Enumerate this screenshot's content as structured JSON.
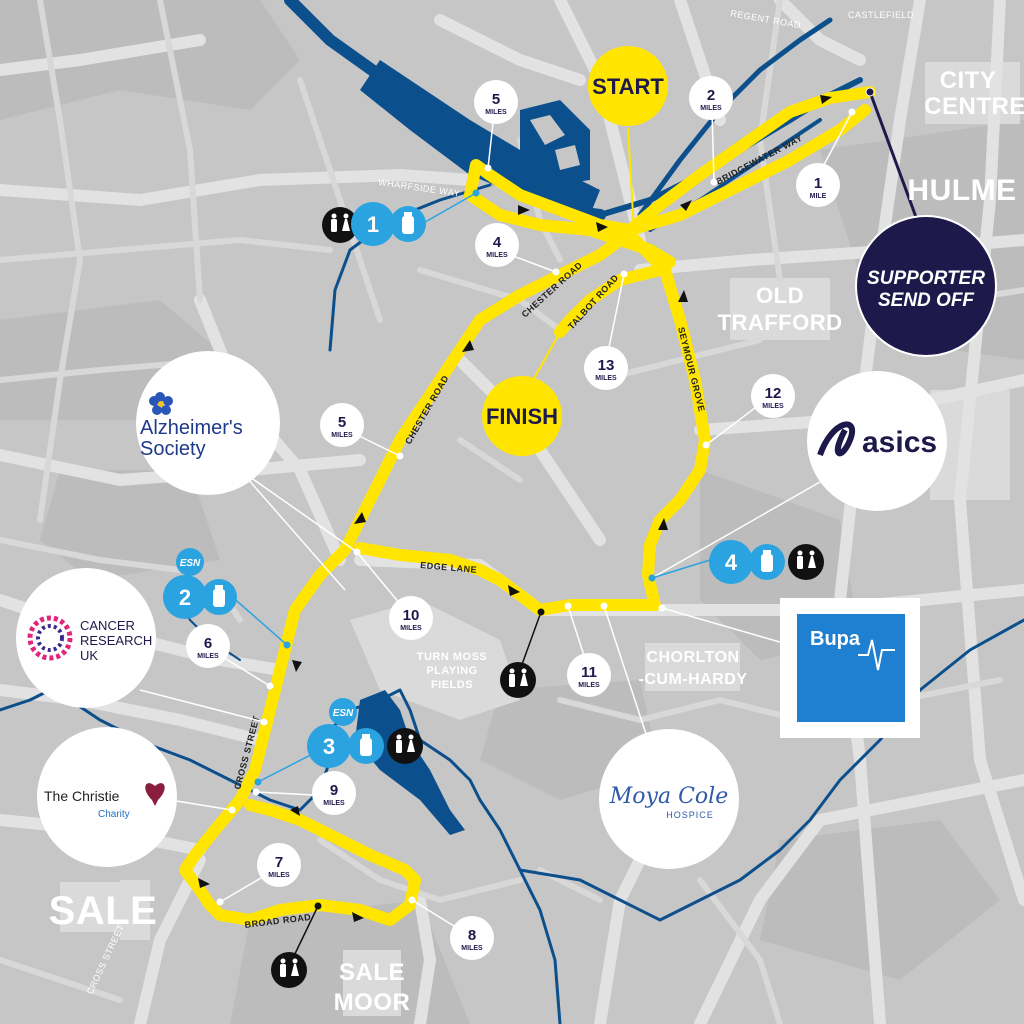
{
  "areas": [
    {
      "id": "city-centre",
      "lines": [
        "CITY",
        "CENTRE"
      ]
    },
    {
      "id": "hulme",
      "lines": [
        "HULME"
      ]
    },
    {
      "id": "old-trafford",
      "lines": [
        "OLD",
        "TRAFFORD"
      ]
    },
    {
      "id": "chorlton",
      "lines": [
        "CHORLTON",
        "-CUM-HARDY"
      ]
    },
    {
      "id": "sale",
      "lines": [
        "SALE"
      ]
    },
    {
      "id": "sale-moor",
      "lines": [
        "SALE",
        "MOOR"
      ]
    },
    {
      "id": "turn-moss",
      "lines": [
        "TURN MOSS",
        "PLAYING",
        "FIELDS"
      ]
    }
  ],
  "streets": {
    "regent_road": "REGENT ROAD",
    "castlefield": "CASTLEFIELD",
    "wharfside_way": "WHARFSIDE WAY",
    "bridgewater_way": "BRIDGEWATER WAY",
    "chester_road_1": "CHESTER ROAD",
    "chester_road_2": "CHESTER ROAD",
    "talbot_road": "TALBOT ROAD",
    "seymour_grove": "SEYMOUR GROVE",
    "edge_lane": "EDGE LANE",
    "cross_street_1": "CROSS STREET",
    "cross_street_2": "CROSS STREET",
    "broad_road": "BROAD ROAD"
  },
  "start_label": "START",
  "finish_label": "FINISH",
  "supporter_label": [
    "SUPPORTER",
    "SEND OFF"
  ],
  "mile_word": "MILES",
  "mile_word_single": "MILE",
  "miles": [
    {
      "id": "m1",
      "num": "1"
    },
    {
      "id": "m2",
      "num": "2"
    },
    {
      "id": "m4",
      "num": "4"
    },
    {
      "id": "m5a",
      "num": "5"
    },
    {
      "id": "m5b",
      "num": "5"
    },
    {
      "id": "m6",
      "num": "6"
    },
    {
      "id": "m7",
      "num": "7"
    },
    {
      "id": "m8",
      "num": "8"
    },
    {
      "id": "m9",
      "num": "9"
    },
    {
      "id": "m10",
      "num": "10"
    },
    {
      "id": "m11",
      "num": "11"
    },
    {
      "id": "m12",
      "num": "12"
    },
    {
      "id": "m13",
      "num": "13"
    }
  ],
  "stations": [
    {
      "id": "s1",
      "num": "1"
    },
    {
      "id": "s2",
      "num": "2",
      "brand": "ESN"
    },
    {
      "id": "s3",
      "num": "3",
      "brand": "ESN"
    },
    {
      "id": "s4",
      "num": "4"
    }
  ],
  "charities": {
    "alzheimers": {
      "line1": "Alzheimer's",
      "line2": "Society"
    },
    "cancer": {
      "line1": "CANCER",
      "line2": "RESEARCH",
      "line3": "UK"
    },
    "christie": {
      "line1": "The Christie",
      "line2": "Charity"
    },
    "asics": {
      "name": "asics"
    },
    "bupa": {
      "name": "Bupa"
    },
    "moyacole": {
      "line1": "Moya Cole",
      "line2": "HOSPICE"
    }
  },
  "colors": {
    "route": "#ffe500",
    "water": "#0b4f8c",
    "navy": "#1d1a4b",
    "station_blue": "#2ba3e0",
    "map_bg": "#c6c6c6",
    "roads": "#e2e2e2"
  }
}
